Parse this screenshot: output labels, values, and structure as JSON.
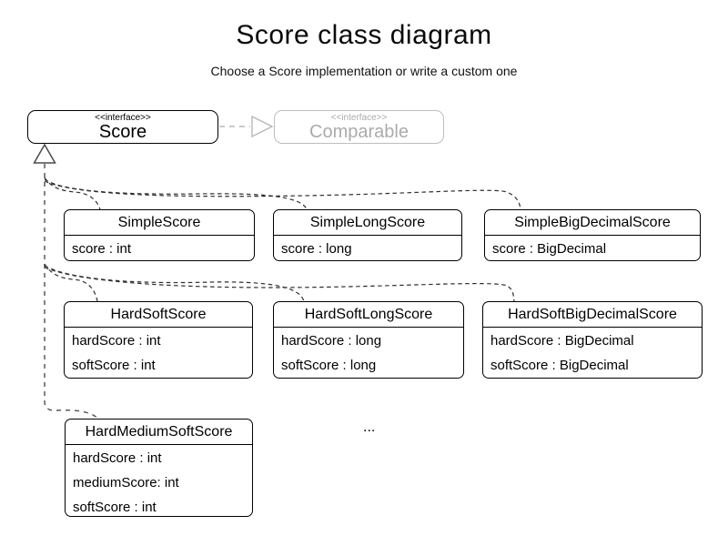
{
  "header": {
    "title": "Score class diagram",
    "subtitle": "Choose a Score implementation or write a custom one"
  },
  "interfaces": {
    "score": {
      "stereotype": "<<interface>>",
      "name": "Score"
    },
    "comparable": {
      "stereotype": "<<interface>>",
      "name": "Comparable"
    }
  },
  "classes": [
    {
      "name": "SimpleScore",
      "attributes": [
        "score : int"
      ]
    },
    {
      "name": "SimpleLongScore",
      "attributes": [
        "score : long"
      ]
    },
    {
      "name": "SimpleBigDecimalScore",
      "attributes": [
        "score : BigDecimal"
      ]
    },
    {
      "name": "HardSoftScore",
      "attributes": [
        "hardScore : int",
        "softScore : int"
      ]
    },
    {
      "name": "HardSoftLongScore",
      "attributes": [
        "hardScore : long",
        "softScore : long"
      ]
    },
    {
      "name": "HardSoftBigDecimalScore",
      "attributes": [
        "hardScore : BigDecimal",
        "softScore : BigDecimal"
      ]
    },
    {
      "name": "HardMediumSoftScore",
      "attributes": [
        "hardScore : int",
        "mediumScore: int",
        "softScore : int"
      ]
    }
  ],
  "ellipsis": "...",
  "colors": {
    "edge": "#2e2e2e",
    "trunk": "#5a5a5a",
    "muted": "#ababab",
    "muted_border": "#bdbdbd"
  }
}
